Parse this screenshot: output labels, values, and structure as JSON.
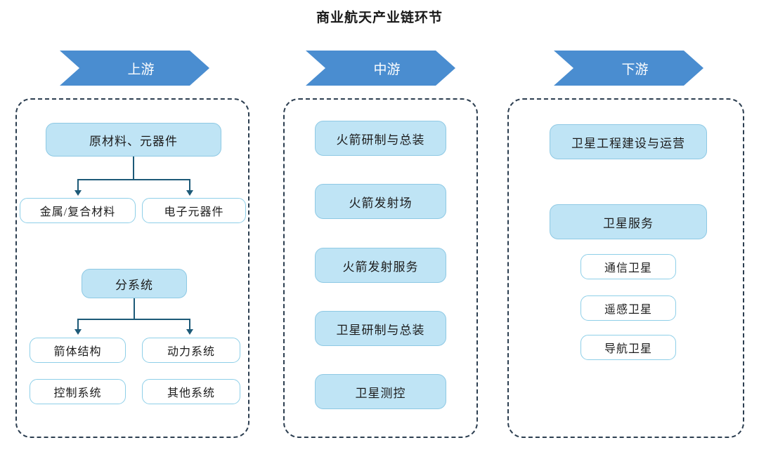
{
  "title": "商业航天产业链环节",
  "colors": {
    "banner_blue": "#4a8dd0",
    "node_fill": "#bfe4f5",
    "node_fill_border": "#8ec9e4",
    "node_outline_border": "#8ecfe8",
    "container_dash": "#2c3e50",
    "connector": "#1d5a78",
    "title_text": "#1a1a1a"
  },
  "columns": [
    {
      "key": "upstream",
      "banner_label": "上游",
      "nodes": [
        {
          "key": "raw_materials",
          "label": "原材料、元器件",
          "style": "fill"
        },
        {
          "key": "metal_composite",
          "label": "金属/复合材料",
          "style": "outline"
        },
        {
          "key": "electronic_components",
          "label": "电子元器件",
          "style": "outline"
        },
        {
          "key": "subsystems",
          "label": "分系统",
          "style": "fill"
        },
        {
          "key": "rocket_body_structure",
          "label": "箭体结构",
          "style": "outline"
        },
        {
          "key": "propulsion_system",
          "label": "动力系统",
          "style": "outline"
        },
        {
          "key": "control_system",
          "label": "控制系统",
          "style": "outline"
        },
        {
          "key": "other_systems",
          "label": "其他系统",
          "style": "outline"
        }
      ]
    },
    {
      "key": "midstream",
      "banner_label": "中游",
      "nodes": [
        {
          "key": "rocket_rd_assembly",
          "label": "火箭研制与总装",
          "style": "fill"
        },
        {
          "key": "rocket_launch_site",
          "label": "火箭发射场",
          "style": "fill"
        },
        {
          "key": "rocket_launch_service",
          "label": "火箭发射服务",
          "style": "fill"
        },
        {
          "key": "satellite_rd_assembly",
          "label": "卫星研制与总装",
          "style": "fill"
        },
        {
          "key": "satellite_tt_and_c",
          "label": "卫星测控",
          "style": "fill"
        }
      ]
    },
    {
      "key": "downstream",
      "banner_label": "下游",
      "nodes": [
        {
          "key": "satellite_engineering_ops",
          "label": "卫星工程建设与运营",
          "style": "fill"
        },
        {
          "key": "satellite_service",
          "label": "卫星服务",
          "style": "fill"
        },
        {
          "key": "communication_satellite",
          "label": "通信卫星",
          "style": "outline"
        },
        {
          "key": "remote_sensing_satellite",
          "label": "遥感卫星",
          "style": "outline"
        },
        {
          "key": "navigation_satellite",
          "label": "导航卫星",
          "style": "outline"
        }
      ]
    }
  ]
}
